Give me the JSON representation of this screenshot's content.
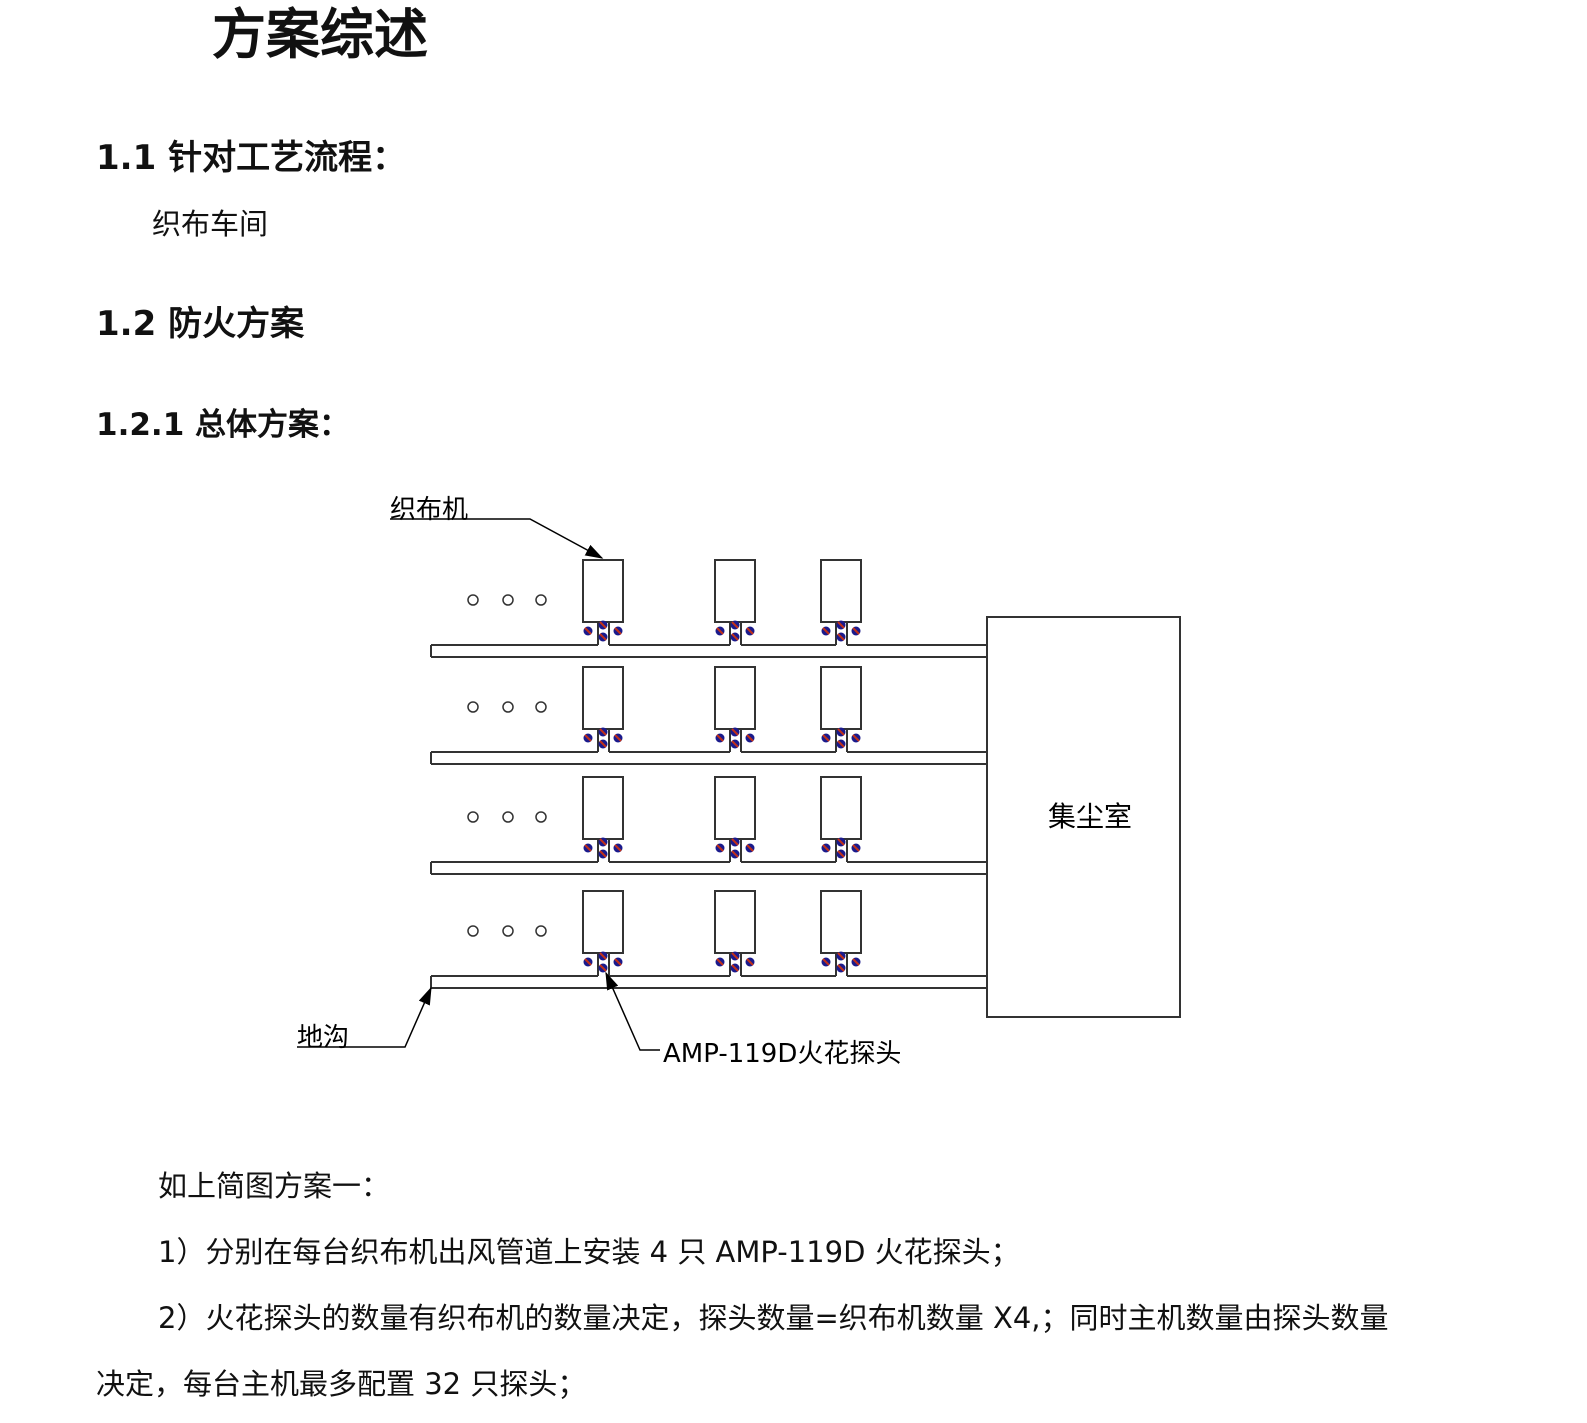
{
  "title": "方案综述",
  "sections": {
    "s1_1": {
      "heading": "1.1 针对工艺流程：",
      "body": "织布车间"
    },
    "s1_2": {
      "heading": "1.2 防火方案"
    },
    "s1_2_1": {
      "heading": "1.2.1 总体方案："
    }
  },
  "diagram": {
    "label_loom": "织布机",
    "label_trench": "地沟",
    "label_probe": "AMP-119D火花探头",
    "label_dust_room": "集尘室",
    "rows": 4,
    "machines_per_row": 3,
    "probes_per_machine": 4,
    "probe_colors": [
      "#1a1a8c",
      "#c0301a"
    ]
  },
  "paragraphs": [
    "如上简图方案一：",
    "1）分别在每台织布机出风管道上安装 4 只 AMP-119D 火花探头；",
    "2）火花探头的数量有织布机的数量决定，探头数量=织布机数量 X4,；同时主机数量由探头数量",
    "决定，每台主机最多配置 32 只探头；"
  ]
}
